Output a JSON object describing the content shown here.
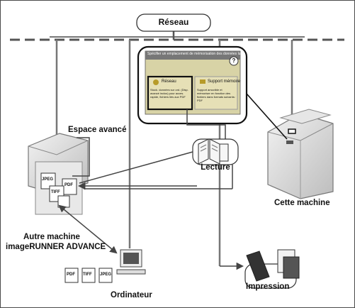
{
  "network": {
    "label": "Réseau"
  },
  "panel": {
    "header_text": "Spécifier un emplacement de mémorisation des données lues",
    "help_glyph": "?",
    "buttons": [
      {
        "label": "Réseau",
        "desc": "Stock. données sur ord. (Disp. avancé inclus) pour acces. rapide, fichiers liés aux PDF"
      },
      {
        "label": "Support mémoire",
        "desc": "Support amovible et mémoriser en fonction des fichiers dans formats suivants: PDF"
      }
    ]
  },
  "labels": {
    "advanced_box": "Espace avancé",
    "scan": "Lecture",
    "this_machine": "Cette machine",
    "other_machine_line1": "Autre machine",
    "other_machine_line2": "imageRUNNER ADVANCE",
    "computer": "Ordinateur",
    "print": "Impression"
  },
  "file_types": {
    "jpeg": "JPEG",
    "pdf": "PDF",
    "tiff": "TIFF"
  },
  "colors": {
    "line": "#555555",
    "panel_bg": "#d8d3a6",
    "panel_border": "#111111",
    "selected_button": "#222222"
  },
  "icons": {
    "help": "question-icon",
    "network_button": "globe-icon",
    "memory_button": "memory-card-icon"
  }
}
